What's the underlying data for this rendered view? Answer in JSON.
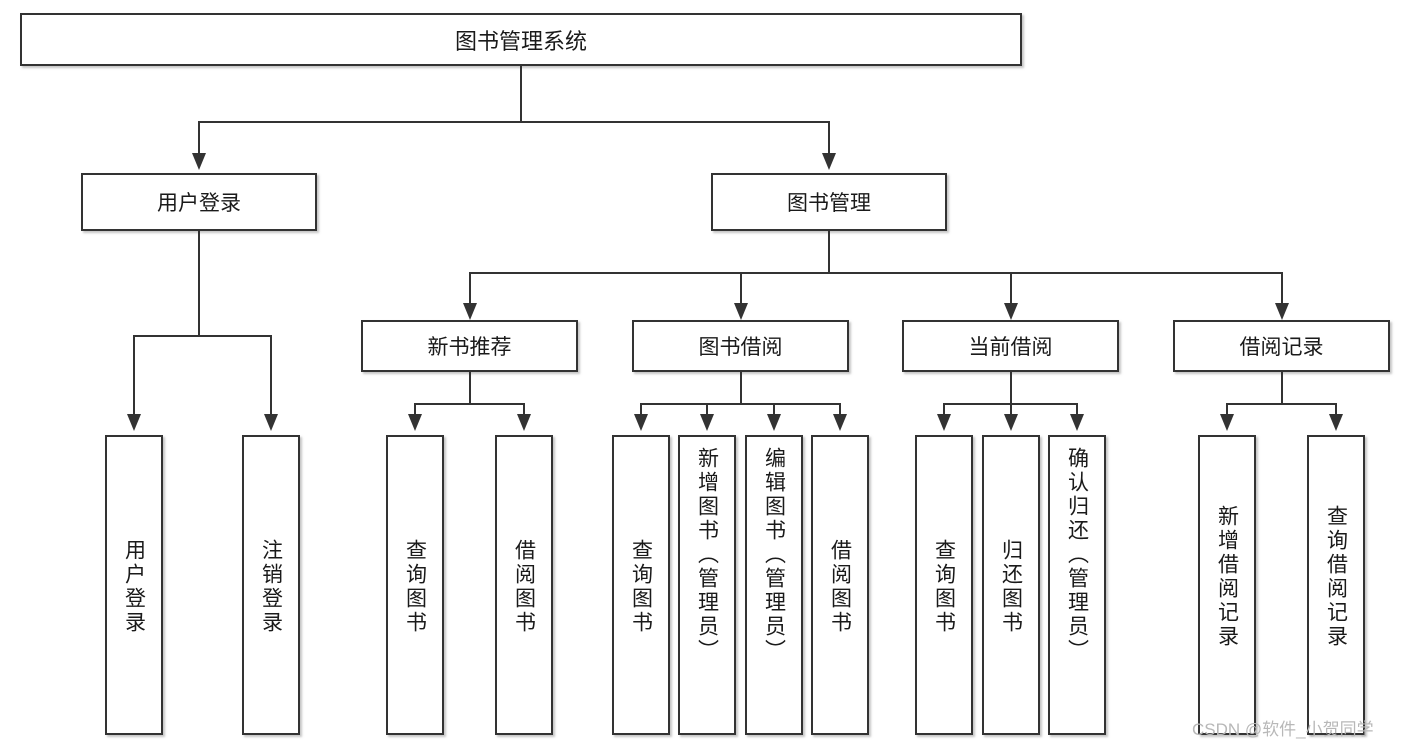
{
  "diagram": {
    "title": "图书管理系统",
    "root": {
      "label": "图书管理系统"
    },
    "level1": [
      {
        "label": "用户登录"
      },
      {
        "label": "图书管理"
      }
    ],
    "level2": [
      {
        "label": "新书推荐"
      },
      {
        "label": "图书借阅"
      },
      {
        "label": "当前借阅"
      },
      {
        "label": "借阅记录"
      }
    ],
    "leaves": {
      "user_login": [
        {
          "label": "用户登录"
        },
        {
          "label": "注销登录"
        }
      ],
      "new_book_recommend": [
        {
          "label": "查询图书"
        },
        {
          "label": "借阅图书"
        }
      ],
      "book_borrow": [
        {
          "label": "查询图书"
        },
        {
          "label": "新增图书（管理员）"
        },
        {
          "label": "编辑图书（管理员）"
        },
        {
          "label": "借阅图书"
        }
      ],
      "current_borrow": [
        {
          "label": "查询图书"
        },
        {
          "label": "归还图书"
        },
        {
          "label": "确认归还（管理员）"
        }
      ],
      "borrow_record": [
        {
          "label": "新增借阅记录"
        },
        {
          "label": "查询借阅记录"
        }
      ]
    }
  },
  "watermark": {
    "text": "CSDN @软件_小贺同学"
  },
  "colors": {
    "border": "#333333",
    "text": "#1a1a1a",
    "background": "#ffffff",
    "watermark": "#b8b8b8"
  }
}
